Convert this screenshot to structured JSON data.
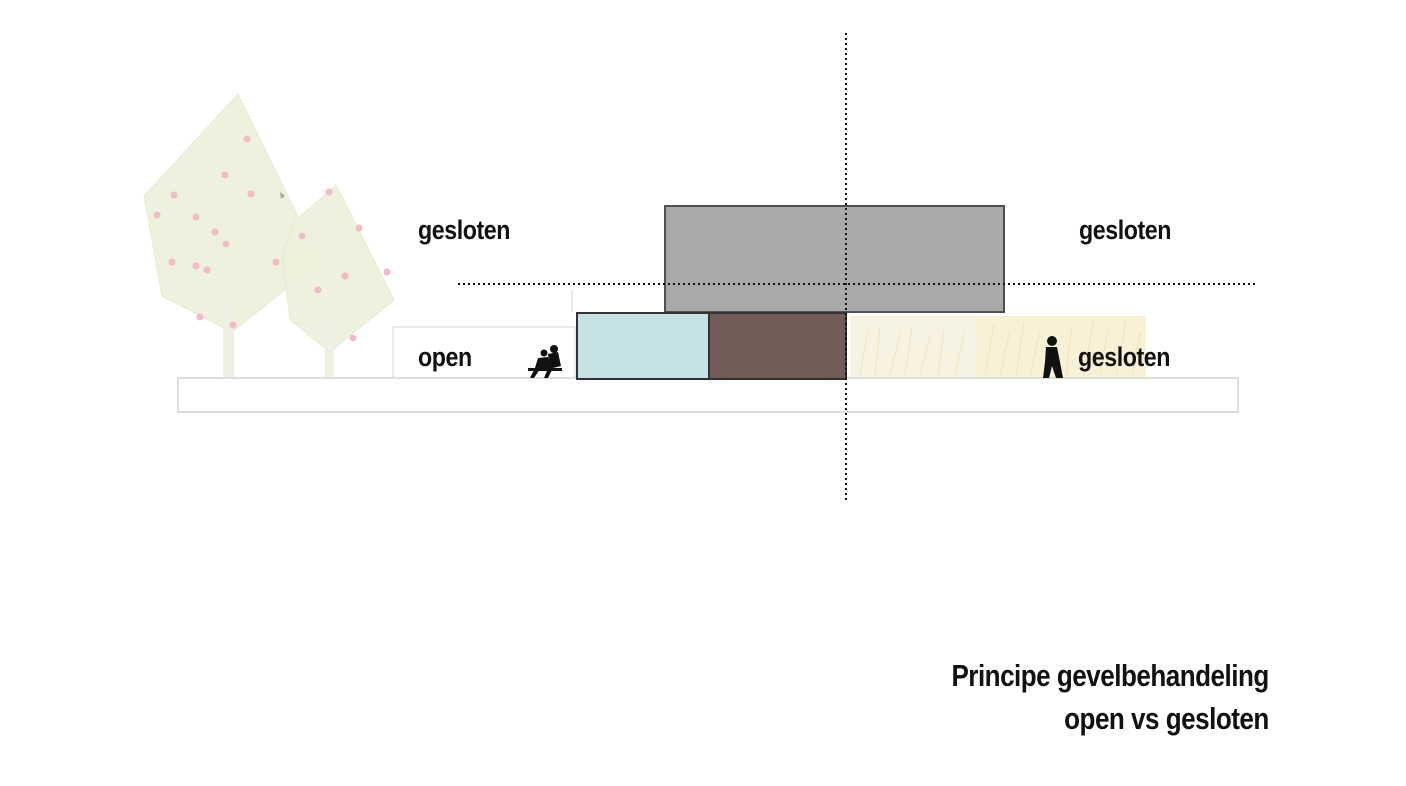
{
  "labels": {
    "upper_left": "gesloten",
    "upper_right": "gesloten",
    "lower_left": "open",
    "lower_right": "gesloten"
  },
  "caption": {
    "line1": "Principe gevelbehandeling",
    "line2": "open vs gesloten"
  },
  "colors": {
    "upper_volume": "#a9a9a9",
    "glass_facade": "#c6e1e3",
    "brown_facade": "#725c58",
    "tree_canopy": "#eef1dc",
    "tree_blossom": "#f2b9c3",
    "hedge": "#f6f0d8",
    "section_line": "#111111"
  },
  "icons": [
    "tree-icon",
    "seated-person-icon",
    "walking-person-icon"
  ]
}
